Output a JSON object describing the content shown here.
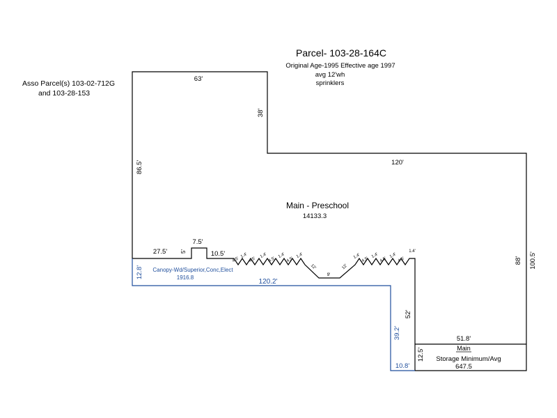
{
  "header": {
    "title": "Parcel- 103-28-164C",
    "line1": "Original Age-1995  Effective age 1997",
    "line2": "avg 12'wh",
    "line3": "sprinklers"
  },
  "assoc": {
    "line1": "Asso Parcel(s) 103-02-712G",
    "line2": "and 103-28-153"
  },
  "main_area": {
    "label": "Main - Preschool",
    "value": "14133.3"
  },
  "canopy_area": {
    "label": "Canopy-Wd/Superior,Conc,Elect",
    "value": "1916.8"
  },
  "storage_area": {
    "name": "Main",
    "label": "Storage Minimum/Avg",
    "value": "647.5"
  },
  "dimensions": {
    "top": "63'",
    "step_down": "38'",
    "mid_top": "120'",
    "left": "86.5'",
    "right_outer": "100.5'",
    "right_inner": "88'",
    "bottom_left": "27.5'",
    "notch_width": "7.5'",
    "notch_depth": "5'",
    "after_notch": "10.5'",
    "canopy_depth": "12.8'",
    "canopy_length": "120.2'",
    "canopy_drop": "39.2'",
    "canopy_bottom": "10.8'",
    "main_drop": "52'",
    "storage_top": "51.8'",
    "storage_side": "12.5'",
    "zigzag_small": "1.4'",
    "zigzag_mid": "4.5'",
    "zigzag_12": "12'",
    "zigzag_bottom": "9'"
  },
  "colors": {
    "outline": "#000000",
    "canopy": "#1f4e9c"
  }
}
